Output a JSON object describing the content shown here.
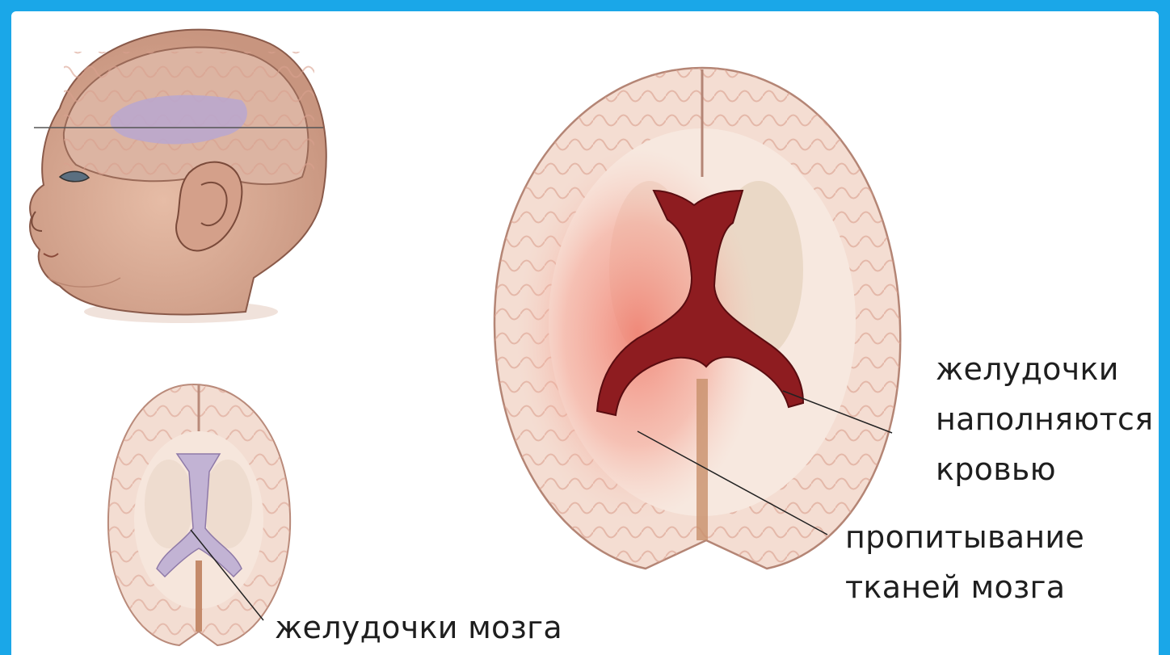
{
  "labels": {
    "ventricles_blood_line1": "желудочки",
    "ventricles_blood_line2": "наполняются",
    "ventricles_blood_line3": "кровью",
    "tissue_line1": "пропитывание",
    "tissue_line2": "тканей мозга",
    "ventricles_normal": "желудочки мозга"
  },
  "colors": {
    "frame_border": "#1aa7e8",
    "background": "#ffffff",
    "brain_tissue": "#f3ddd2",
    "cortex_fold": "#e8b9a8",
    "blood": "#8e1c20",
    "hemorrhage_tint": "#f08a7a",
    "normal_ventricle": "#c2b3d4",
    "skin": "#d9ab95"
  },
  "icons": [
    "infant-head-illustration",
    "normal-brain-section",
    "hemorrhage-brain-section"
  ]
}
